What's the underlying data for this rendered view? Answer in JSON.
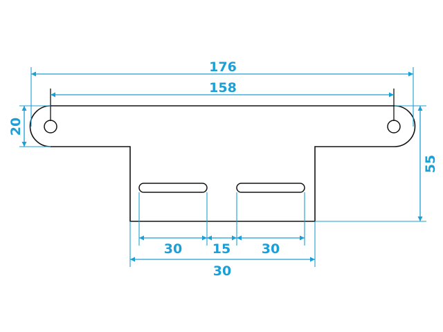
{
  "colors": {
    "outline": "#111111",
    "dimension": "#1a9fd6",
    "background": "#ffffff"
  },
  "dimensions": {
    "overall_width": "176",
    "hole_spacing": "158",
    "end_height": "20",
    "total_height": "55",
    "slot_length_left": "30",
    "slot_gap": "15",
    "slot_length_right": "30",
    "tab_width": "30"
  }
}
